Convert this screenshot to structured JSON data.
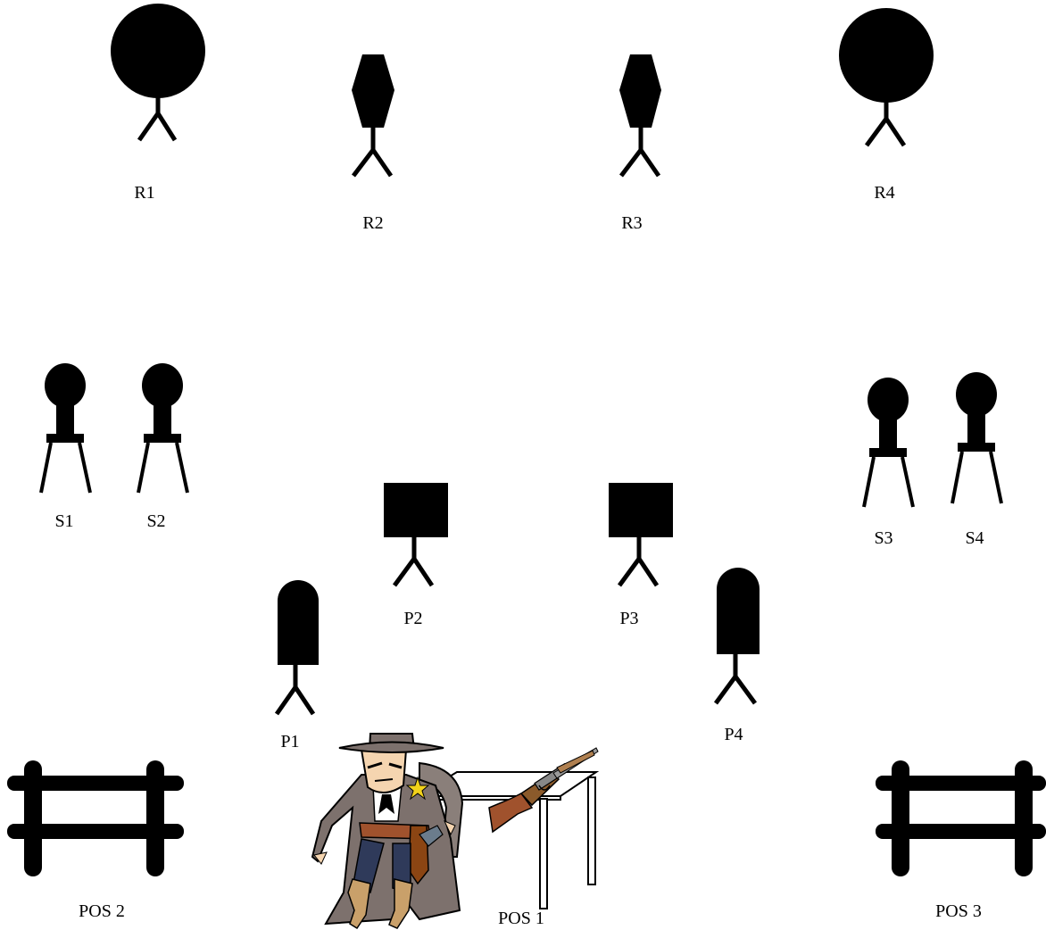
{
  "colors": {
    "target": "#000000",
    "background": "#ffffff"
  },
  "targets": {
    "rifle": [
      "R1",
      "R2",
      "R3",
      "R4"
    ],
    "shotgun": [
      "S1",
      "S2",
      "S3",
      "S4"
    ],
    "pistol": [
      "P1",
      "P2",
      "P3",
      "P4"
    ]
  },
  "positions": [
    "POS 1",
    "POS 2",
    "POS 3"
  ],
  "icons": {
    "round_target": "round-target-icon",
    "hex_target": "hex-target-icon",
    "knockdown_target": "knockdown-target-icon",
    "square_target": "square-target-icon",
    "tombstone_target": "tombstone-target-icon",
    "fence": "fence-icon",
    "cowboy": "seated-cowboy-sheriff-icon",
    "rifle": "rifle-on-table-icon",
    "table": "table-icon"
  }
}
